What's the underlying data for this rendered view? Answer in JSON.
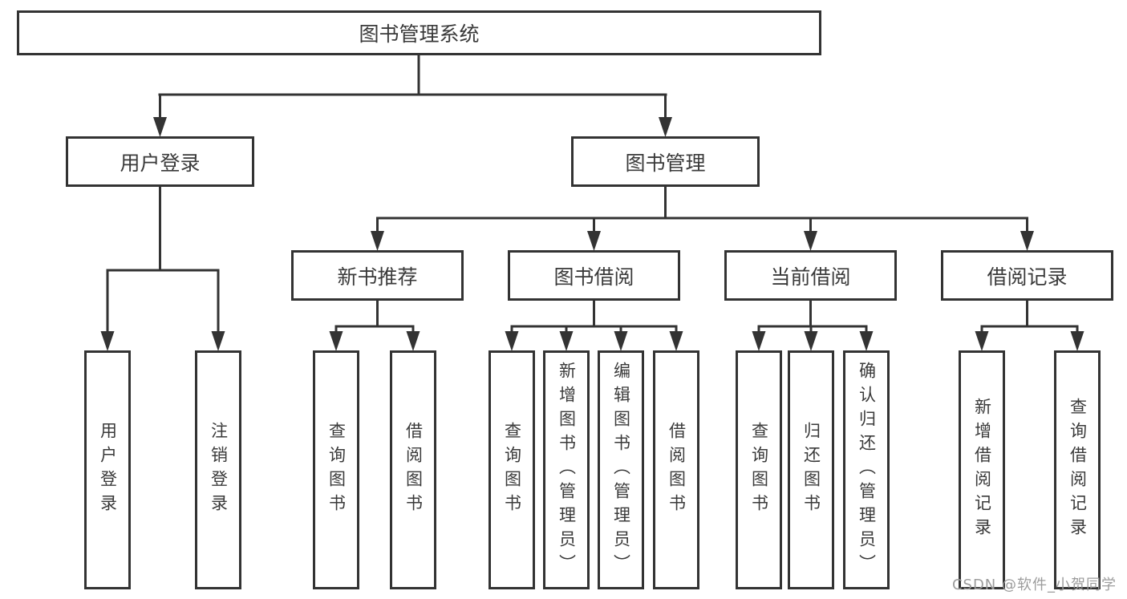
{
  "colors": {
    "line": "#333333",
    "box_border": "#333333",
    "text": "#3a3a3a",
    "watermark": "#9c9c9c",
    "background": "#ffffff"
  },
  "tree": {
    "root": {
      "label": "图书管理系统"
    },
    "level2": [
      {
        "label": "用户登录"
      },
      {
        "label": "图书管理"
      }
    ],
    "level3": [
      {
        "label": "新书推荐"
      },
      {
        "label": "图书借阅"
      },
      {
        "label": "当前借阅"
      },
      {
        "label": "借阅记录"
      }
    ],
    "leaves": {
      "user_login": [
        "用户登录",
        "注销登录"
      ],
      "new_book": [
        "查询图书",
        "借阅图书"
      ],
      "book_borrow": [
        "查询图书",
        "新增图书（管理员）",
        "编辑图书（管理员）",
        "借阅图书"
      ],
      "current_borrow": [
        "查询图书",
        "归还图书",
        "确认归还（管理员）"
      ],
      "borrow_record": [
        "新增借阅记录",
        "查询借阅记录"
      ]
    }
  },
  "watermark": {
    "text": "CSDN @软件_小贺同学"
  }
}
